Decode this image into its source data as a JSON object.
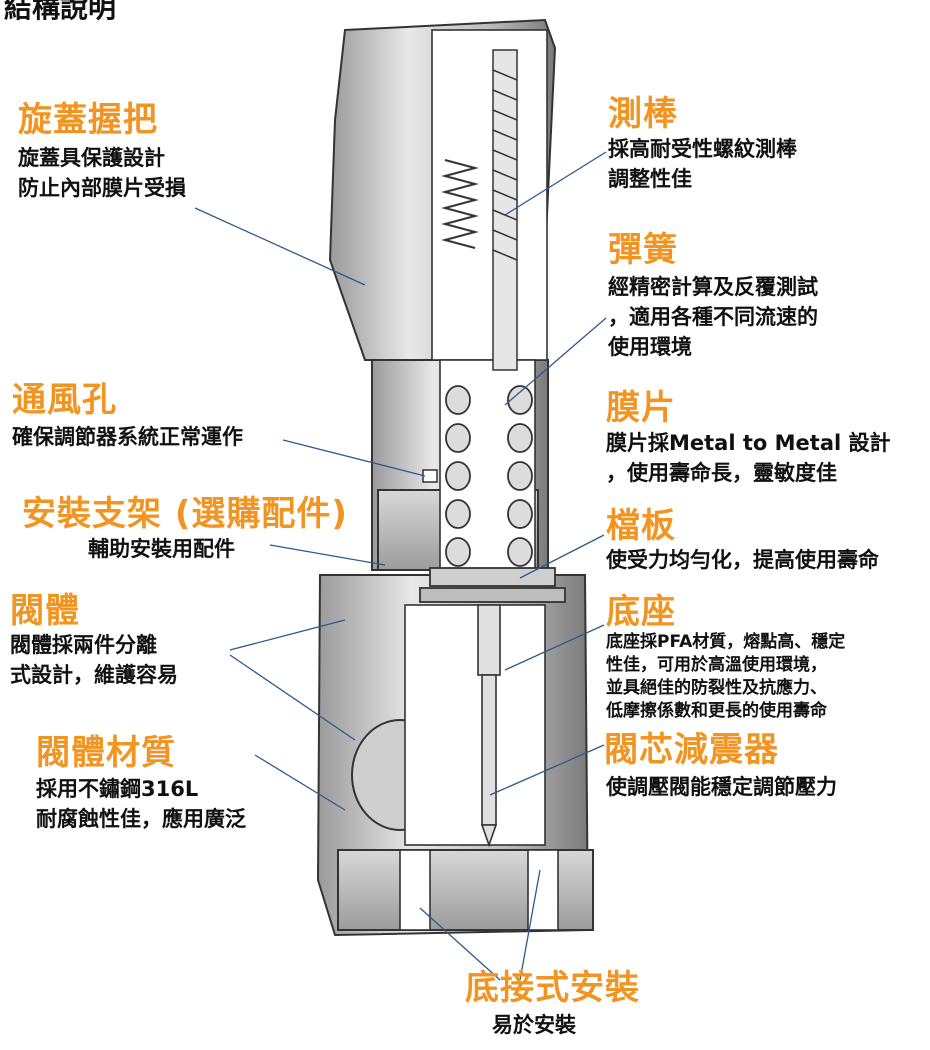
{
  "page_title": "結構說明",
  "labels": {
    "handle": {
      "title": "旋蓋握把",
      "lines": [
        "旋蓋具保護設計",
        "防止內部膜片受損"
      ]
    },
    "rod": {
      "title": "測棒",
      "lines": [
        "採高耐受性螺紋測棒",
        "調整性佳"
      ]
    },
    "spring": {
      "title": "彈簧",
      "lines": [
        "經精密計算及反覆測試",
        "，適用各種不同流速的",
        "使用環境"
      ]
    },
    "vent": {
      "title": "通風孔",
      "lines": [
        "確保調節器系統正常運作"
      ]
    },
    "diaphragm": {
      "title": "膜片",
      "lines": [
        "膜片採Metal to Metal 設計",
        "，使用壽命長，靈敏度佳"
      ]
    },
    "bracket": {
      "title": "安裝支架 (選購配件)",
      "lines": [
        "輔助安裝用配件"
      ]
    },
    "baffle": {
      "title": "檔板",
      "lines": [
        "使受力均勻化，提高使用壽命"
      ]
    },
    "body": {
      "title": "閥體",
      "lines": [
        "閥體採兩件分離",
        "式設計，維護容易"
      ]
    },
    "seat": {
      "title": "底座",
      "lines": [
        "底座採PFA材質，熔點高、穩定",
        "性佳，可用於高溫使用環境，",
        "並具絕佳的防裂性及抗應力、",
        "低摩擦係數和更長的使用壽命"
      ]
    },
    "material": {
      "title": "閥體材質",
      "lines": [
        "採用不鏽鋼316L",
        "耐腐蝕性佳，應用廣泛"
      ]
    },
    "damper": {
      "title": "閥芯減震器",
      "lines": [
        "使調壓閥能穩定調節壓力"
      ]
    },
    "mount": {
      "title": "底接式安裝",
      "lines": [
        "易於安裝"
      ]
    }
  },
  "colors": {
    "title": "#f29422",
    "text": "#111111",
    "leader": "#2d5a8c",
    "outline": "#333333"
  }
}
